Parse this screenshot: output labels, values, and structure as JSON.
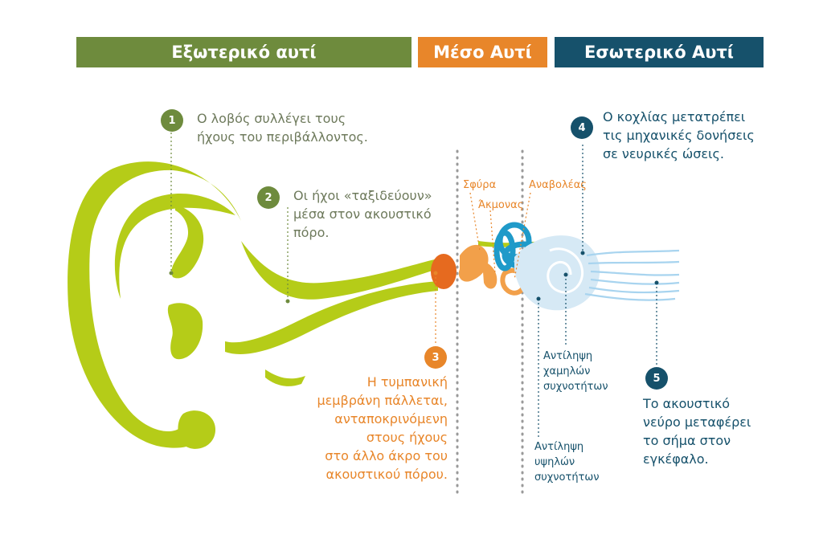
{
  "headers": {
    "outer": "Εξωτερικό αυτί",
    "middle": "Μέσο Αυτί",
    "inner": "Εσωτερικό Αυτί"
  },
  "steps": [
    {
      "num": "1",
      "text": "Ο λοβός συλλέγει τους\nήχους του περιβάλλοντος."
    },
    {
      "num": "2",
      "text": "Οι ήχοι «ταξιδεύουν»\nμέσα στον ακουστικό\n πόρο."
    },
    {
      "num": "3",
      "text": "Η τυμπανική\nμεμβράνη πάλλεται,\nανταποκρινόμενη\nστους ήχους\nστο άλλο άκρο του\nακουστικού πόρου."
    },
    {
      "num": "4",
      "text": "Ο κοχλίας μετατρέπει\nτις μηχανικές δονήσεις\nσε νευρικές ώσεις."
    },
    {
      "num": "5",
      "text": "Το ακουστικό\nνεύρο μεταφέρει\nτο σήμα στον\nεγκέφαλο."
    }
  ],
  "ossicles": {
    "hammer": "Σφύρα",
    "anvil": "Άκμονας",
    "stirrup": "Αναβολέας"
  },
  "frequency_labels": {
    "low": "Αντίληψη\nχαμηλών\nσυχνοτήτων",
    "high": "Αντίληψη\nυψηλών\nσυχνοτήτων"
  },
  "colors": {
    "outer": "#6e8b3d",
    "middle": "#e8862a",
    "inner": "#16516b",
    "ear": "#b5cc18",
    "cochlea": "#d6e9f5",
    "canals": "#1f9ac9"
  }
}
